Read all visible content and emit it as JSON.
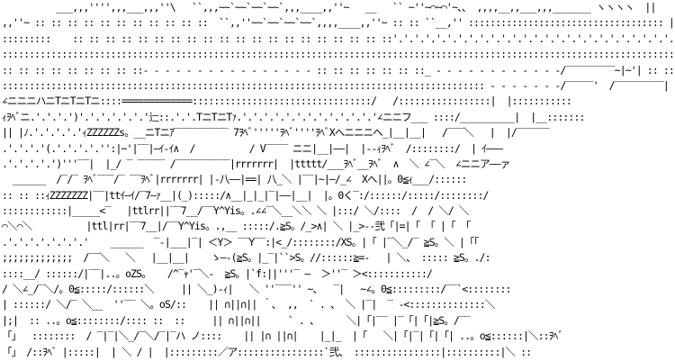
{
  "art": {
    "lines": [
      "          ___,,,'''',,,___,,,''\\   ``,,,~~`~~`~~`~~`,,,____,,''~   __   `` ~''~⌒~⌒'~、、 ,,,,__,,___,,,_______ ヽヽヽヽ  ||",
      ",,''~ :: :: :: :: :: :: :: :: :: :: ::  ``,,''~~`~~`~~`~~`,,,,____,,''~ :: :: ``__,'' :::::::::::::::::::::::::::::::::::: |:|___",
      ":::::::::    :: :: :: :: :: :: :: :: :: :: :: :: :: :: :: :: :: :: :: ::'.'.'.'.'.'.'.'.'.'.'.'.'.'.'.'.'.'.'.'.'.'.'.'.'.'.'.'.'.'.'.'.'.'|:::|'.'.'.'. . . . . .",
      ":::::::::::::::::::::::::::::::::::::::::::::::::::::::::::::::::::::::::::::::::::::::::::::::::::::::::::::::::::::::::::::::| | ::::::::::::::",
      ":: :: :: :: :: :: :: :: ::- - - - - - - - - - - - - - - - :: :: :: :: :: :: ::_ - - - - - - - - - - - -/‾‾‾‾‾‾‾‾‾~|~'| :: :: :: :: ::",
      "::::::::::::::::::::::::::::::::::::::::::::::::::::::::::::::::::::::::::::::::::::::::: - - - - - - -/‾‾‾‾‾'  /‾‾‾‾‾‾‾‾‾|   | ::::::::::::",
      "∠ニニニハニTニTニTニ::::=============:::::::::::::::::::::::::::::::::/   /:::::::::::::::::|  |:::::::::::",
      "ｨｦﾍﾞニ.'.'.'.')'.'.'.'.'.'.'辷::.'.'.TニTニTｧ.'.'.'.'.'.'.'.'.'.'.'.'.'∠ニニフ___ ::::/__________|  |__:::::::",
      "|| |ﾉ.'.'.'.'.'ｨZZZZZZs。__ニTニｱ‾‾‾‾‾‾‾‾‾‾ 7ｦﾍﾞ'''''ｦﾍﾞ''''ｦﾍﾞXへニニニへ_|__|__|   /‾‾‾＼   |  |/‾‾‾‾‾‾",
      ".'.'.'.'(.'.'.'.'.'':|~'|‾‾|―ｲ-ｲ∧  /          / V‾‾‾‾ ニニ|__|――|  |--ｨｦﾍﾞ  /::::::::/  | ｲ―――",
      ".'.'.'.'.')'''‾‾|  |_/ ‾ ‾‾‾‾‾ /‾‾‾‾‾‾‾‾‾‾|rrrrrrr|  |ttttt/___ｦﾍﾞ__ｦﾍﾞ  ∧  ＼ ∠‾＼  ∠ニニア――ァ",
      "  ______  /‾/‾ ｦﾍﾞ‾‾‾/‾ ‾‾ｦﾍﾞ|rrrrrrr| |-八――|==| 八_＼ |‾‾|~|―/_∠  Xへ||。0≦ｨ___/::::::",
      ":: :: ::ｨZZZZZZZ|‾‾|ttｲ―ｲ/‾7―ｧ__|(_):::::/∧__|_|_|‾|――|__|  |。0く‾:/::::::/:::::/::::::::/",
      "::::::::::::|_____<‾   |ttlrr||‾‾7__/‾‾Y^Yis。.∠∠‾＼__＼＼ ＼ |:::/ ＼/::::  /  / ＼/ ＼",
      "⌒＼⌒＼          |ttl|rr|‾‾7__|/‾‾Y^Yis。.,__ :::::/.≧S。/_>∧| ＼ |_>--弐「|=|「 「 |「 「",
      ".'.'.'.'.'.'.'.'    ______  ‾-|___|‾| ＜Y＞ ‾‾Y‾‾:|<_/::::::::/XS。|「 |‾＼_/‾ ≧S。＼ |「「",
      ";;;;;;;;;;;;;  /‾‾＼   ＼   |__|__|    ゝ―-(≧S。|_‾|``>S。//::::::≧=-   | ＼、 ::::: ≧S。./:",
      "::::__/ ::::::/|‾‾|..。oZS。   /^‾ｬ'‾＼-  ≧S。|`f:||'''‾ ―  ＞''‾ ＞<:::::::::::/",
      "/ ＼∠_/‾＼/。0≦:::::/::::::＼     || ＼_)-ｨ|   ＼ ''‾‾‾'' ~、  ‾|   ~∠。0≦:::::::::/‾‾`<::::::::",
      "| ::::::/ ＼/‾ ＼__  ''‾‾ ＼。oS/::    || ∩||∩|| ｀､  ,,  ` . 、 ＼ |‾|  ‾ -<::::::::::::::＼",
      "|;|  :: ..。o≦::::::::/:::: ::  ::     || ∩||∩||     ` . 、     ＼|「|‾‾ |‾「|「|≧S。/‾‾",
      "「」  ::::::::  / ‾|‾|＼_/‾＼/‾|‾ハ ノ::::    || |∩ ||∩|    |_|_  |「   ＼|「|‾|「|「| ..。o≦::::::|＼::ｦﾍﾞ",
      "「」 /::ｦﾍﾞ |:::::|  | ＼ / |  |:::::::::／ア::::::::::::::::`弐、 ::::::::::::::::|::::::::::|＼ ::"
    ]
  }
}
